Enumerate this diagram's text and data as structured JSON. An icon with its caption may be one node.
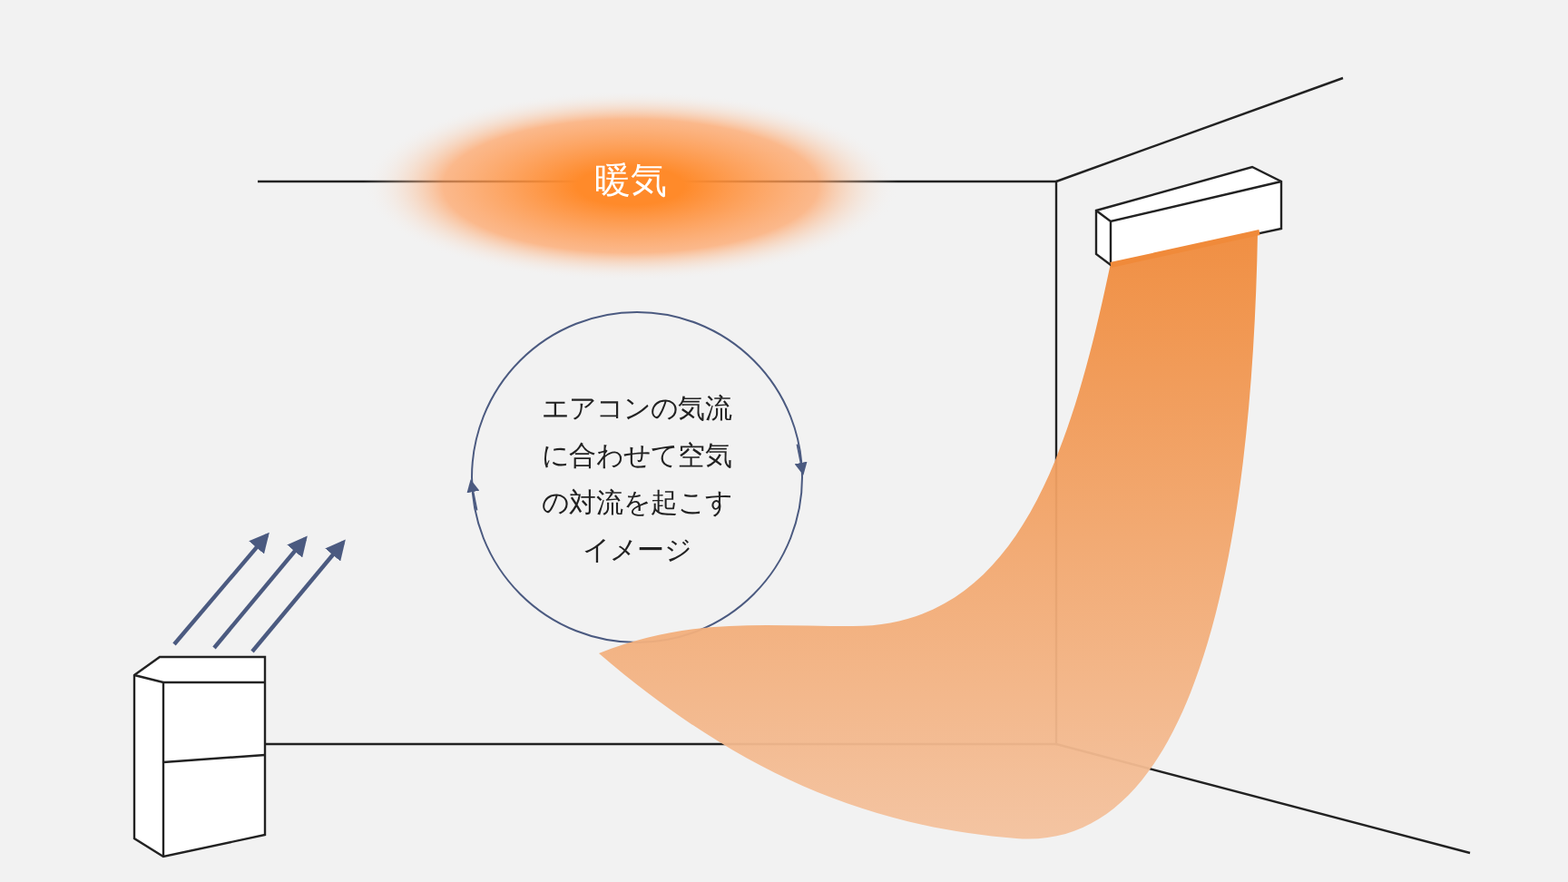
{
  "diagram": {
    "nodes": [
      {
        "text": [
          "暖気"
        ]
      },
      {
        "text": [
          "エアコンの気流に合わせて空気の対流を起こすイメージ"
        ]
      },
      {
        "text": [],
        "shape": "band"
      }
    ]
  }
}
